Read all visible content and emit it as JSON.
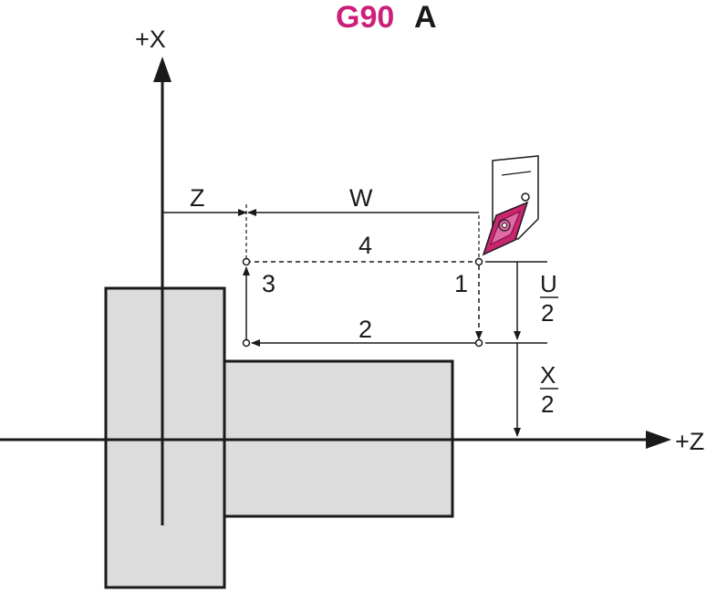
{
  "title": {
    "code": "G90",
    "variant": "A"
  },
  "axes": {
    "x_label": "+X",
    "z_label": "+Z"
  },
  "dimensions": {
    "z": "Z",
    "w": "W",
    "u_num": "U",
    "u_den": "2",
    "x_num": "X",
    "x_den": "2"
  },
  "path_points": [
    "1",
    "2",
    "3",
    "4"
  ],
  "colors": {
    "accent": "#cc1f7a",
    "part_fill": "#dcdcdc",
    "line": "#1a1a1a",
    "insert": "#c8266e"
  },
  "icons": [
    "cutting-tool-icon"
  ]
}
